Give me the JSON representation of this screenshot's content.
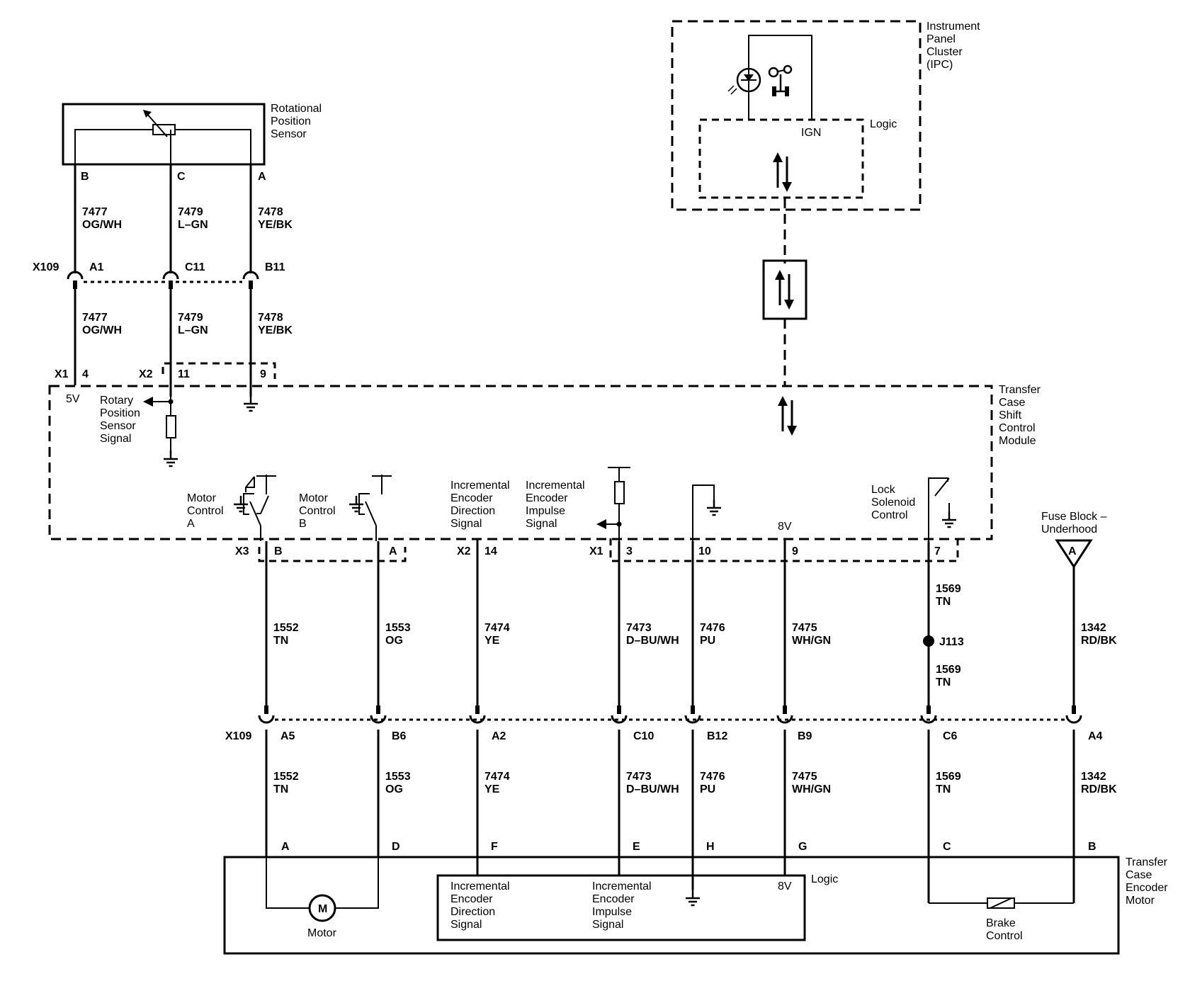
{
  "components": {
    "ipc": [
      "Instrument",
      "Panel",
      "Cluster",
      "(IPC)"
    ],
    "ipc_logic": "Logic",
    "ipc_ign": "IGN",
    "rps": [
      "Rotational",
      "Position",
      "Sensor"
    ],
    "tcscm": [
      "Transfer",
      "Case",
      "Shift",
      "Control",
      "Module"
    ],
    "tcem": [
      "Transfer",
      "Case",
      "Encoder",
      "Motor"
    ],
    "fuse_block": [
      "Fuse Block –",
      "Underhood"
    ],
    "fuse_letter": "A",
    "motor": "Motor",
    "motor_symbol": "M",
    "brake_control": [
      "Brake",
      "Control"
    ],
    "motor_logic": "Logic"
  },
  "rps_pins": [
    "B",
    "C",
    "A"
  ],
  "upper_wires": [
    {
      "circuit": "7477",
      "color": "OG/WH"
    },
    {
      "circuit": "7479",
      "color": "L–GN"
    },
    {
      "circuit": "7478",
      "color": "YE/BK"
    }
  ],
  "x109_upper": {
    "name": "X109",
    "pins": [
      "A1",
      "C11",
      "B11"
    ]
  },
  "module_upper_connectors": {
    "x1": "X1",
    "x1_pin": "4",
    "x2": "X2",
    "x2_pins": [
      "11",
      "9"
    ]
  },
  "module_internal": {
    "v5": "5V",
    "rps_signal": [
      "Rotary",
      "Position",
      "Sensor",
      "Signal"
    ],
    "motor_a": [
      "Motor",
      "Control",
      "A"
    ],
    "motor_b": [
      "Motor",
      "Control",
      "B"
    ],
    "inc_dir": [
      "Incremental",
      "Encoder",
      "Direction",
      "Signal"
    ],
    "inc_imp": [
      "Incremental",
      "Encoder",
      "Impulse",
      "Signal"
    ],
    "v8": "8V",
    "lock": [
      "Lock",
      "Solenoid",
      "Control"
    ]
  },
  "module_lower_connectors": {
    "x3": "X3",
    "x3_pins": [
      "B",
      "A"
    ],
    "x2": "X2",
    "x2_pin": "14",
    "x1": "X1",
    "x1_pins": [
      "3",
      "10",
      "9",
      "7"
    ]
  },
  "lower_wires": [
    {
      "circuit": "1552",
      "color": "TN"
    },
    {
      "circuit": "1553",
      "color": "OG"
    },
    {
      "circuit": "7474",
      "color": "YE"
    },
    {
      "circuit": "7473",
      "color": "D–BU/WH"
    },
    {
      "circuit": "7476",
      "color": "PU"
    },
    {
      "circuit": "7475",
      "color": "WH/GN"
    },
    {
      "circuit": "1569",
      "color": "TN"
    },
    {
      "circuit": "1342",
      "color": "RD/BK"
    }
  ],
  "splice": "J113",
  "x109_lower": {
    "name": "X109",
    "pins": [
      "A5",
      "B6",
      "A2",
      "C10",
      "B12",
      "B9",
      "C6",
      "A4"
    ]
  },
  "motor_pins": [
    "A",
    "D",
    "F",
    "E",
    "H",
    "G",
    "C",
    "B"
  ],
  "motor_internal": {
    "inc_dir": [
      "Incremental",
      "Encoder",
      "Direction",
      "Signal"
    ],
    "inc_imp": [
      "Incremental",
      "Encoder",
      "Impulse",
      "Signal"
    ],
    "v8": "8V"
  }
}
